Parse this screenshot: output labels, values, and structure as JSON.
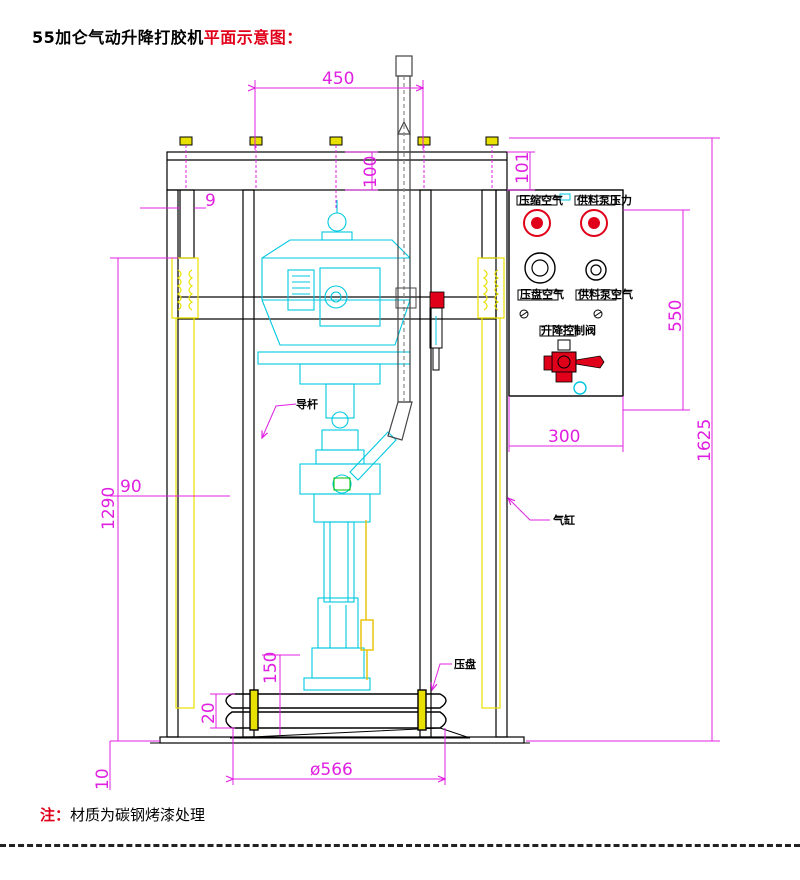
{
  "title": {
    "main": "55加仑气动升降打胶机",
    "highlight": "平面示意图："
  },
  "dimensions": {
    "d450": "450",
    "d100": "100",
    "d101": "101",
    "d9": "9",
    "d550": "550",
    "d300": "300",
    "d1625": "1625",
    "d1290": "1290",
    "d90": "90",
    "d150": "150",
    "d20": "20",
    "d10": "10",
    "d566": "ø566"
  },
  "callouts": {
    "guide_rod": "导杆",
    "cylinder": "气缸",
    "pressure_plate": "压盘"
  },
  "panel": {
    "label_left_top": "压缩空气",
    "label_right_top": "供料泵压力",
    "label_left_mid": "压盘空气",
    "label_right_mid": "供料泵空气",
    "label_center": "升降控制阀"
  },
  "note": {
    "prefix": "注：",
    "text": "材质为碳钢烤漆处理"
  },
  "colors": {
    "magenta": "#e020e0",
    "cyan": "#00c8e0",
    "yellow": "#e8e000",
    "red": "#e0001a",
    "green": "#00c000"
  }
}
